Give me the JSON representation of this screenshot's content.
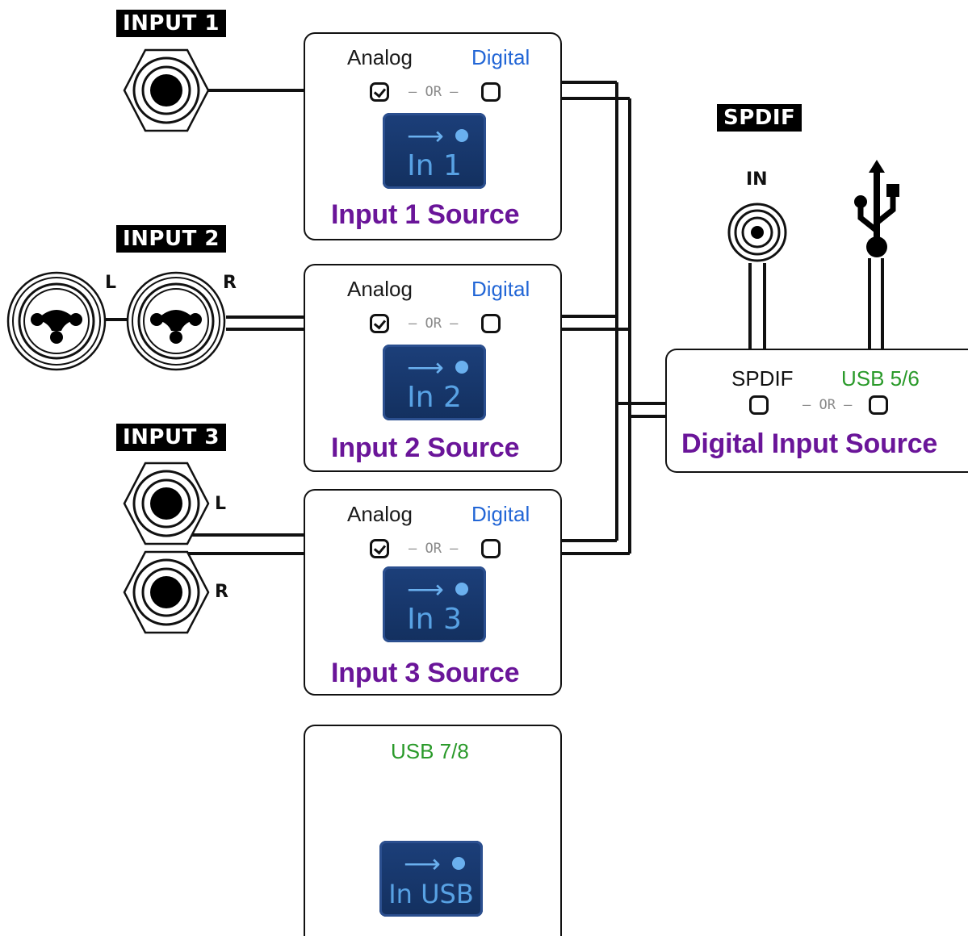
{
  "input_tags": {
    "input1": "INPUT 1",
    "input2": "INPUT 2",
    "input3": "INPUT 3",
    "spdif": "SPDIF"
  },
  "jack_labels": {
    "in2_left": "L",
    "in2_right": "R",
    "in3_left": "L",
    "in3_right": "R",
    "spdif_in": "IN"
  },
  "source_boxes": [
    {
      "analog": "Analog",
      "digital": "Digital",
      "or": "– OR –",
      "analog_checked": true,
      "digital_checked": false,
      "screen": "In 1",
      "title": "Input 1 Source"
    },
    {
      "analog": "Analog",
      "digital": "Digital",
      "or": "– OR –",
      "analog_checked": true,
      "digital_checked": false,
      "screen": "In 2",
      "title": "Input 2 Source"
    },
    {
      "analog": "Analog",
      "digital": "Digital",
      "or": "– OR –",
      "analog_checked": true,
      "digital_checked": false,
      "screen": "In 3",
      "title": "Input 3 Source"
    }
  ],
  "digital_box": {
    "spdif": "SPDIF",
    "usb": "USB 5/6",
    "or": "– OR –",
    "title": "Digital Input Source"
  },
  "usb_box": {
    "label": "USB 7/8",
    "screen": "In USB"
  },
  "icons": [
    "quarter-inch-jack-icon",
    "xlr-combo-jack-icon",
    "rca-jack-icon",
    "usb-icon",
    "arrow-right-icon"
  ],
  "colors": {
    "title": "#6a1599",
    "digital": "#2266d6",
    "usb": "#2a9a2a",
    "screen": "#13305f"
  }
}
